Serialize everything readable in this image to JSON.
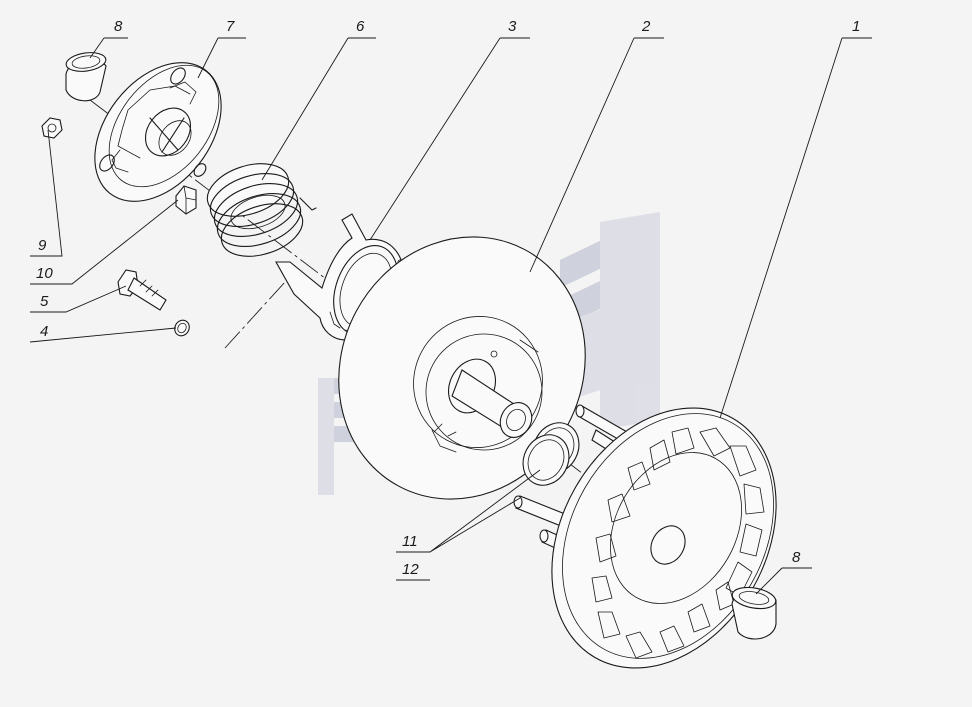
{
  "callouts": [
    {
      "id": "c1",
      "text": "1"
    },
    {
      "id": "c2",
      "text": "2"
    },
    {
      "id": "c3",
      "text": "3"
    },
    {
      "id": "c4",
      "text": "4"
    },
    {
      "id": "c5",
      "text": "5"
    },
    {
      "id": "c6",
      "text": "6"
    },
    {
      "id": "c7",
      "text": "7"
    },
    {
      "id": "c8a",
      "text": "8"
    },
    {
      "id": "c8b",
      "text": "8"
    },
    {
      "id": "c9",
      "text": "9"
    },
    {
      "id": "c10",
      "text": "10"
    },
    {
      "id": "c11",
      "text": "11"
    },
    {
      "id": "c12",
      "text": "12"
    }
  ],
  "colors": {
    "line": "#1a1a1a",
    "background": "#f4f4f4",
    "watermark": "#c9ccd8"
  }
}
